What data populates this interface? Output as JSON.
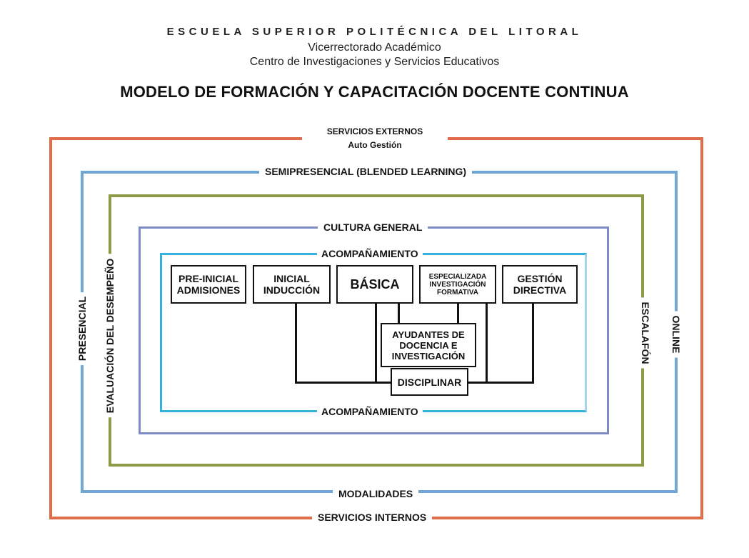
{
  "header": {
    "institution": "ESCUELA SUPERIOR POLITÉCNICA DEL LITORAL",
    "vicerrectorado": "Vicerrectorado Académico",
    "centro": "Centro de Investigaciones y Servicios Educativos",
    "title": "MODELO DE FORMACIÓN Y CAPACITACIÓN DOCENTE CONTINUA"
  },
  "layers": {
    "outer": {
      "top": "SERVICIOS EXTERNOS",
      "top_sub": "Auto Gestión",
      "bottom": "SERVICIOS INTERNOS"
    },
    "modalidades": {
      "top": "SEMIPRESENCIAL (BLENDED LEARNING)",
      "bottom": "MODALIDADES",
      "left": "PRESENCIAL",
      "right": "ONLINE"
    },
    "evaluacion": {
      "left": "EVALUACIÓN DEL DESEMPEÑO",
      "right": "ESCALAFÓN"
    },
    "cultura": {
      "top": "CULTURA GENERAL"
    },
    "acompanamiento": {
      "top": "ACOMPAÑAMIENTO",
      "bottom": "ACOMPAÑAMIENTO"
    }
  },
  "boxes": {
    "preinicial": [
      "PRE-INICIAL",
      "ADMISIONES"
    ],
    "inicial": [
      "INICIAL",
      "INDUCCIÓN"
    ],
    "basica": "BÁSICA",
    "especializada": [
      "ESPECIALIZADA",
      "INVESTIGACIÓN",
      "FORMATIVA"
    ],
    "gestion": [
      "GESTIÓN",
      "DIRECTIVA"
    ],
    "ayudantes": [
      "AYUDANTES DE",
      "DOCENCIA E",
      "INVESTIGACIÓN"
    ],
    "disciplinar": "DISCIPLINAR"
  },
  "colors": {
    "outer": "#e06c4a",
    "modalidades": "#6fa8d6",
    "evaluacion": "#8e9a47",
    "cultura": "#7d8cc4",
    "acompanamiento": "#35b1de"
  }
}
